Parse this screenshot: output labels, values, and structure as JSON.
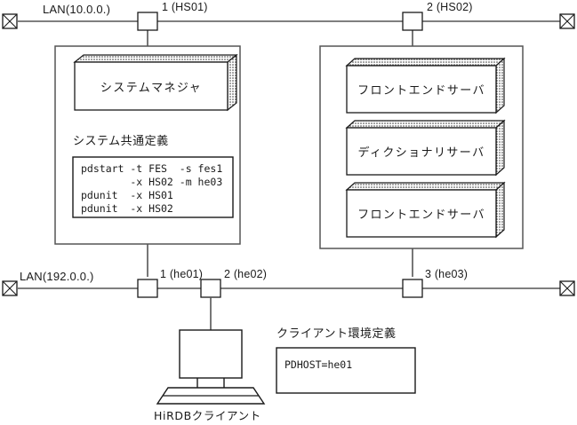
{
  "diagram": {
    "title": "HiRDB system configuration network diagram",
    "colors": {
      "line": "#555555",
      "outline": "#1a1a1a",
      "text": "#1a1a1a",
      "background": "#ffffff",
      "box_fill": "#ffffff",
      "shade_pattern": "#333333"
    },
    "networks": [
      {
        "id": "lan-upper",
        "label": "LAN(10.0.0.)",
        "nodes": [
          {
            "id": "hs01",
            "label": "1 (HS01)"
          },
          {
            "id": "hs02",
            "label": "2 (HS02)"
          }
        ]
      },
      {
        "id": "lan-lower",
        "label": "LAN(192.0.0.)",
        "nodes": [
          {
            "id": "he01",
            "label": "1 (he01)"
          },
          {
            "id": "he02",
            "label": "2 (he02)"
          },
          {
            "id": "he03",
            "label": "3 (he03)"
          }
        ]
      }
    ],
    "units": [
      {
        "id": "unit-left",
        "servers": [
          {
            "id": "system-manager",
            "label": "システムマネジャ"
          }
        ],
        "definition": {
          "heading": "システム共通定義",
          "lines": [
            "pdstart -t FES  -s fes1",
            "        -x HS02 -m he03",
            "pdunit  -x HS01",
            "pdunit  -x HS02"
          ]
        }
      },
      {
        "id": "unit-right",
        "servers": [
          {
            "id": "front-end-server-1",
            "label": "フロントエンドサーバ"
          },
          {
            "id": "dictionary-server",
            "label": "ディクショナリサーバ"
          },
          {
            "id": "front-end-server-2",
            "label": "フロントエンドサーバ"
          }
        ]
      }
    ],
    "client": {
      "caption": "HiRDBクライアント",
      "environment": {
        "heading": "クライアント環境定義",
        "lines": [
          "PDHOST=he01"
        ]
      }
    }
  }
}
